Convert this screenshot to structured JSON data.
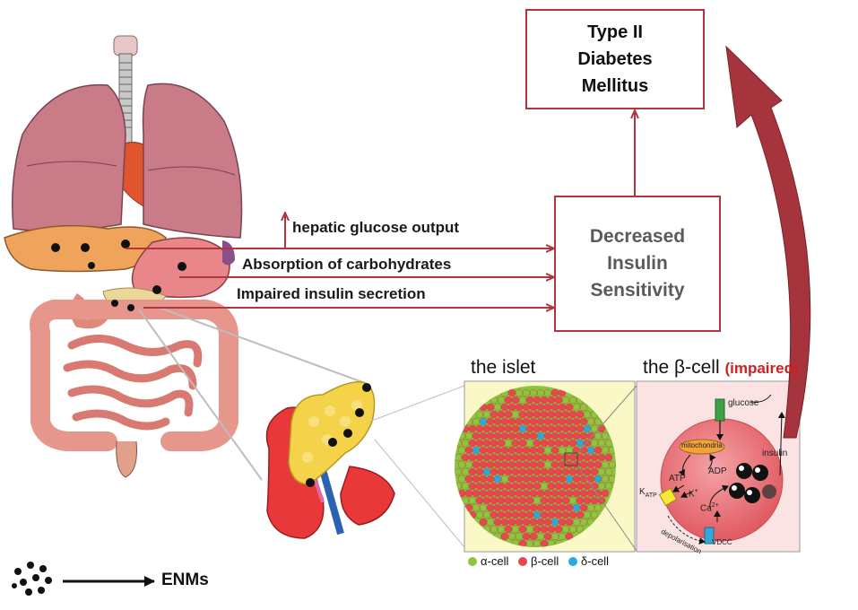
{
  "boxes": {
    "t2dm": [
      "Type II",
      "Diabetes",
      "Mellitus"
    ],
    "decreased_sensitivity": [
      "Decreased",
      "Insulin",
      "Sensitivity"
    ]
  },
  "arrows": {
    "hepatic": "hepatic glucose output",
    "absorption": "Absorption of carbohydrates",
    "secretion": "Impaired insulin secretion"
  },
  "islet_panel": {
    "title": "the islet",
    "legend": [
      {
        "label": "α-cell",
        "color": "#8cc63f"
      },
      {
        "label": "β-cell",
        "color": "#e8474e"
      },
      {
        "label": "δ-cell",
        "color": "#29a9e0"
      }
    ]
  },
  "beta_panel": {
    "title": "the β-cell",
    "status": "(impaired)",
    "labels": {
      "glucose": "glucose",
      "mitochondria": "mitochondria",
      "atp": "ATP",
      "adp": "ADP",
      "katp": "K",
      "katp_sub": "ATP",
      "k": "K",
      "k_sup": "+",
      "ca": "Ca",
      "ca_sup": "2+",
      "insulin": "insulin",
      "depolarisation": "depolarisation",
      "vdcc": "VDCC"
    }
  },
  "enm_legend": {
    "label": "ENMs"
  },
  "colors": {
    "arrow": "#b3343f",
    "impaired": "#d11f1f"
  }
}
